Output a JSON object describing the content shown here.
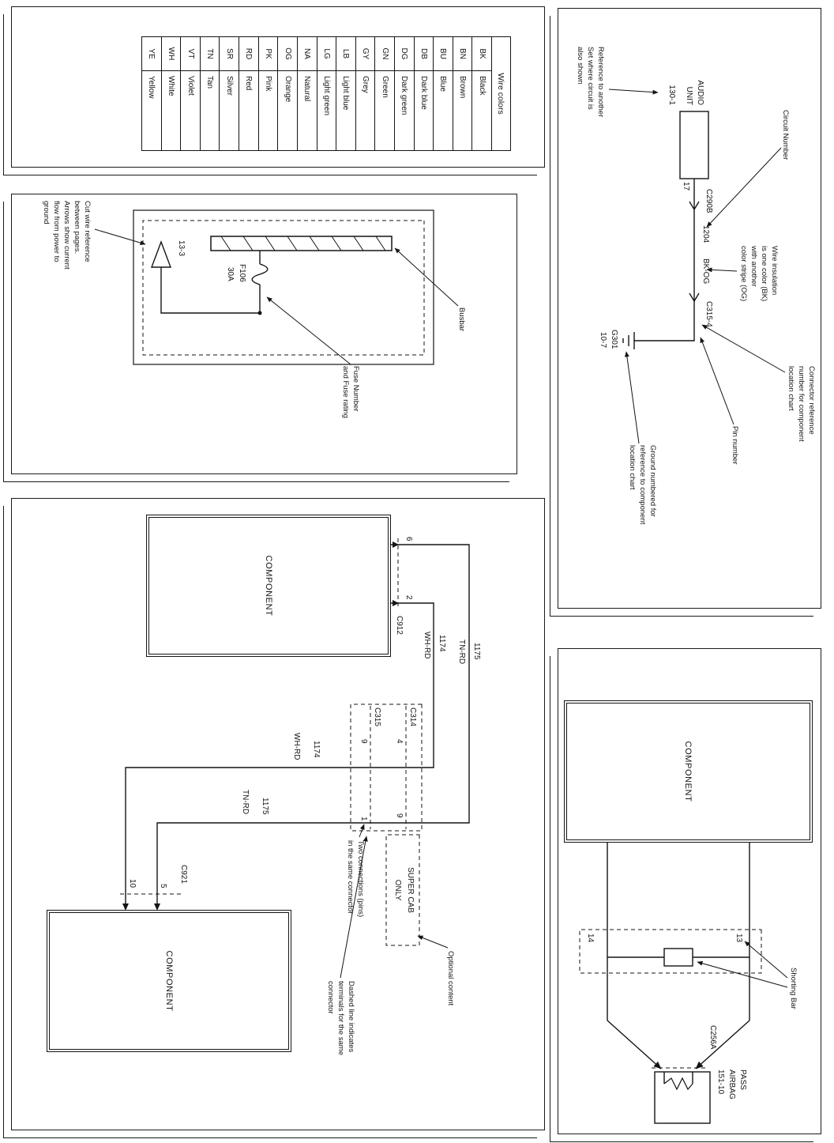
{
  "colors": {
    "ink": "#141414",
    "paper": "#ffffff"
  },
  "wire_colors": {
    "header": "Wire colors",
    "rows": [
      {
        "code": "BK",
        "name": "Black"
      },
      {
        "code": "BN",
        "name": "Brown"
      },
      {
        "code": "BU",
        "name": "Blue"
      },
      {
        "code": "DB",
        "name": "Dark blue"
      },
      {
        "code": "DG",
        "name": "Dark green"
      },
      {
        "code": "GN",
        "name": "Green"
      },
      {
        "code": "GY",
        "name": "Grey"
      },
      {
        "code": "LB",
        "name": "Light blue"
      },
      {
        "code": "LG",
        "name": "Light green"
      },
      {
        "code": "NA",
        "name": "Natural"
      },
      {
        "code": "OG",
        "name": "Orange"
      },
      {
        "code": "PK",
        "name": "Pink"
      },
      {
        "code": "RD",
        "name": "Red"
      },
      {
        "code": "SR",
        "name": "Silver"
      },
      {
        "code": "TN",
        "name": "Tan"
      },
      {
        "code": "VT",
        "name": "Violet"
      },
      {
        "code": "WH",
        "name": "White"
      },
      {
        "code": "YE",
        "name": "Yellow"
      }
    ]
  },
  "sample_circuit": {
    "unit_name_line1": "AUDIO",
    "unit_name_line2": "UNIT",
    "unit_page_ref": "130-1",
    "pin": "17",
    "connector_a": "C290B",
    "circuit_number": "1204",
    "wire_color": "BK-OG",
    "connector_b": "C315-4",
    "ground_id": "G301",
    "ground_page_ref": "10-7",
    "ann_reference": [
      "Reference to another",
      "Set where circuit is",
      "also shown"
    ],
    "ann_circuit_number": "Circuit Number",
    "ann_insulation": [
      "Wire insulation",
      "is one color (BK)",
      "with another",
      "color stripe (OG)"
    ],
    "ann_connector_ref": [
      "Connector reference",
      "number for component",
      "location chart"
    ],
    "ann_pin_number": "Pin number",
    "ann_ground": [
      "Ground numbered for",
      "reference to component",
      "location chart"
    ]
  },
  "fuse_panel": {
    "cut_ref": "13-3",
    "fuse_id": "F106",
    "fuse_rating": "30A",
    "ann_busbar": "Busbar",
    "ann_fuse": [
      "Fuse Number",
      "and Fuse rating"
    ],
    "ann_cut_wire": [
      "Cut wire reference",
      "between pages.",
      "Arrows show current",
      "flow from power to",
      "ground"
    ]
  },
  "harness_panel": {
    "component_top": "COMPONENT",
    "component_bottom": "COMPONENT",
    "connector_top": "C912",
    "pin_6": "6",
    "pin_2": "2",
    "circuit_1175": "1175",
    "color_1175": "TN-RD",
    "circuit_1174": "1174",
    "color_1174": "WH-RD",
    "connector_c314": "C314",
    "connector_c315": "C315",
    "pin_c314_a": "4",
    "pin_c314_b": "9",
    "pin_c315_a": "9",
    "pin_c315_b": "1",
    "super_cab": [
      "SUPER CAB",
      "ONLY"
    ],
    "connector_bottom": "C921",
    "pin_5": "5",
    "pin_10": "10",
    "ann_two_connections": [
      "Two connections (pins)",
      "in the same connector"
    ],
    "ann_optional": "Optional content",
    "ann_dashed": [
      "Dashed line indicates",
      "terminals for the same",
      "connector"
    ]
  },
  "airbag_panel": {
    "component": "COMPONENT",
    "pin_13": "13",
    "pin_14": "14",
    "connector": "C256A",
    "label": [
      "PASS",
      "AIRBAG",
      "151-10"
    ],
    "ann_shorting": "Shorting Bar"
  }
}
